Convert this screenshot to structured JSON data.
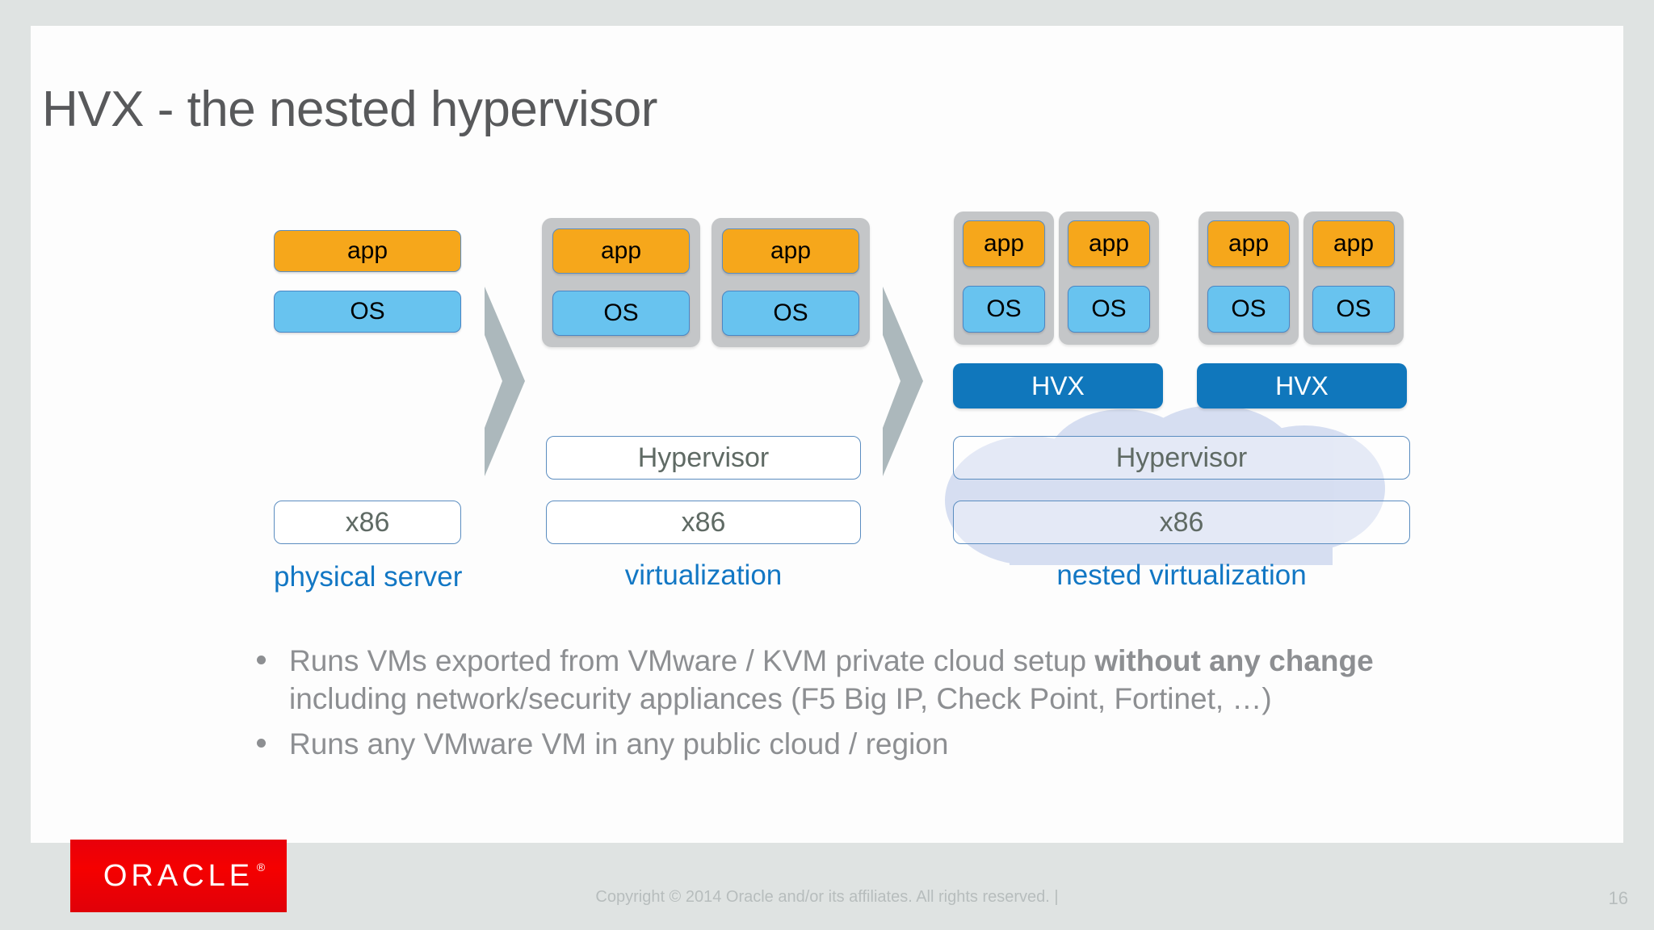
{
  "slide": {
    "title": "HVX - the nested hypervisor",
    "page_number": "16",
    "colors": {
      "page_background": "#dfe3e2",
      "canvas": "#fdfdfd",
      "title_text": "#58595b",
      "app_box": "#f6a71b",
      "os_box": "#68c3ef",
      "hvx_box": "#1077bc",
      "vm_shell": "#c4c6c8",
      "label_blue": "#1277c4",
      "body_text": "#8d8f92",
      "oracle_red": "#f50000",
      "cloud": "#ccd6ee"
    }
  },
  "diagram": {
    "columns": [
      {
        "id": "physical-server",
        "label": "physical server",
        "stack": [
          {
            "kind": "app",
            "text": "app"
          },
          {
            "kind": "os",
            "text": "OS"
          }
        ],
        "base": [
          {
            "kind": "plain",
            "text": "x86"
          }
        ]
      },
      {
        "id": "virtualization",
        "label": "virtualization",
        "vms": [
          {
            "app": "app",
            "os": "OS"
          },
          {
            "app": "app",
            "os": "OS"
          }
        ],
        "base": [
          {
            "kind": "plain",
            "text": "Hypervisor"
          },
          {
            "kind": "plain",
            "text": "x86"
          }
        ]
      },
      {
        "id": "nested-virtualization",
        "label": "nested virtualization",
        "groups": [
          {
            "vms": [
              {
                "app": "app",
                "os": "OS"
              },
              {
                "app": "app",
                "os": "OS"
              }
            ],
            "hvx": "HVX"
          },
          {
            "vms": [
              {
                "app": "app",
                "os": "OS"
              },
              {
                "app": "app",
                "os": "OS"
              }
            ],
            "hvx": "HVX"
          }
        ],
        "base": [
          {
            "kind": "plain",
            "text": "Hypervisor"
          },
          {
            "kind": "plain",
            "text": "x86"
          }
        ]
      }
    ],
    "arrows": [
      {
        "id": "arrow-1",
        "icon": "chevron-right-icon"
      },
      {
        "id": "arrow-2",
        "icon": "chevron-right-icon"
      }
    ]
  },
  "bullets": [
    {
      "text_before_bold": "Runs VMs exported from VMware / KVM private cloud setup ",
      "bold_text": "without any change",
      "text_line_two": "including network/security appliances (F5 Big IP, Check Point, Fortinet, …)"
    },
    {
      "text_before_bold": "Runs any VMware VM in any public cloud / region",
      "bold_text": "",
      "text_line_two": ""
    }
  ],
  "footer": {
    "logo_text": "ORACLE",
    "logo_registered": "®",
    "copyright": "Copyright © 2014 Oracle and/or its affiliates. All rights reserved.   |",
    "page_number": "16"
  }
}
